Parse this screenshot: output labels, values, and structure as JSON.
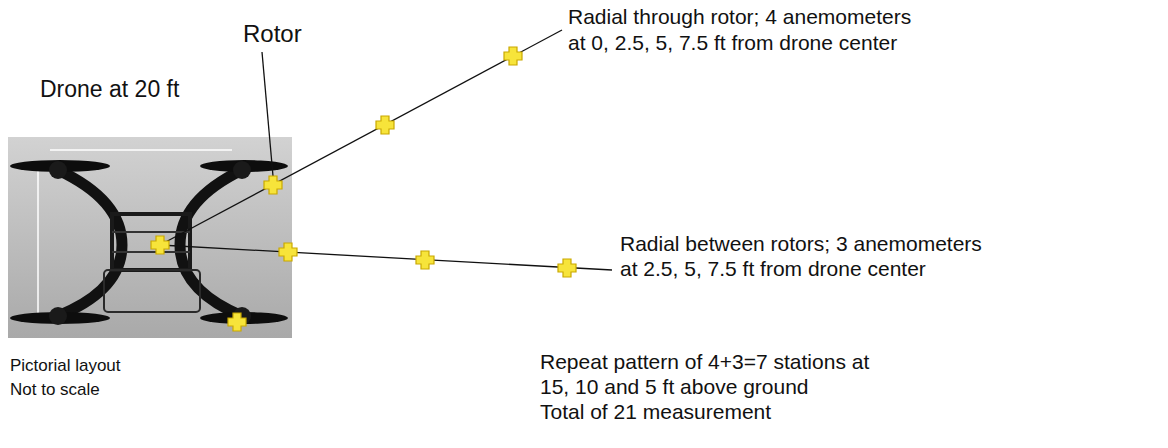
{
  "diagram": {
    "labels": [
      "Rotor",
      "Drone at 20 ft",
      "Radial through rotor; 4 anemometers",
      "at 0, 2.5, 5, 7.5 ft from drone center",
      "Radial between rotors; 3 anemometers",
      "at 2.5, 5, 7.5 ft from drone center",
      "Repeat pattern of 4+3=7 stations at",
      "15, 10 and 5 ft above ground",
      "Total of 21 measurement",
      "Pictorial layout",
      "Not to scale"
    ]
  }
}
